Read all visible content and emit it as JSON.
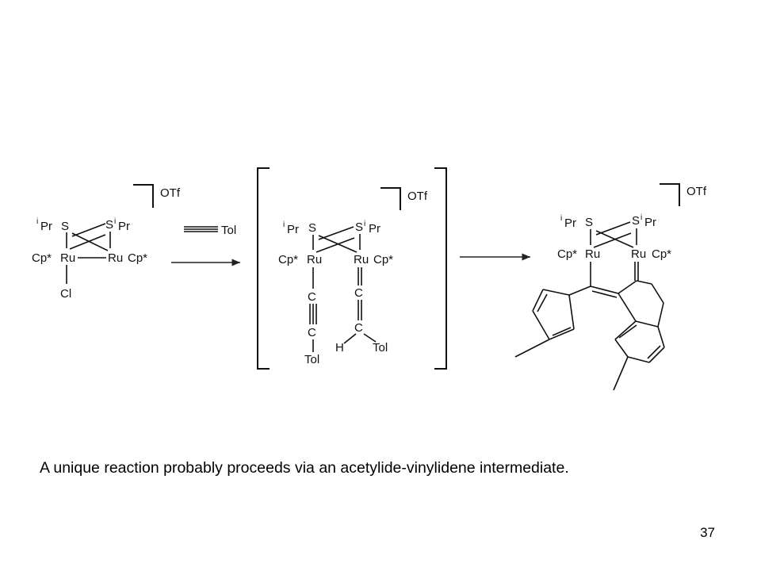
{
  "scheme": {
    "reactant": {
      "counterion": "OTf",
      "iPr_left_prefix": "i",
      "iPr_left": "Pr",
      "S_left": "S",
      "S_right": "S",
      "iPr_right_prefix": "i",
      "iPr_right": "Pr",
      "cp_left": "Cp*",
      "ru_left": "Ru",
      "ru_right": "Ru",
      "cp_right": "Cp*",
      "chloride": "Cl"
    },
    "reagent": {
      "label": "Tol"
    },
    "intermediate": {
      "counterion": "OTf",
      "iPr_left_prefix": "i",
      "iPr_left": "Pr",
      "S_left": "S",
      "S_right": "S",
      "iPr_right_prefix": "i",
      "iPr_right": "Pr",
      "cp_left": "Cp*",
      "ru_left": "Ru",
      "ru_right": "Ru",
      "cp_right": "Cp*",
      "c1": "C",
      "c2": "C",
      "tol_left": "Tol",
      "c3": "C",
      "c4": "C",
      "h": "H",
      "tol_right": "Tol"
    },
    "product": {
      "counterion": "OTf",
      "iPr_left_prefix": "i",
      "iPr_left": "Pr",
      "S_left": "S",
      "S_right": "S",
      "iPr_right_prefix": "i",
      "iPr_right": "Pr",
      "cp_left": "Cp*",
      "ru_left": "Ru",
      "ru_right": "Ru",
      "cp_right": "Cp*"
    }
  },
  "caption": "A unique reaction probably proceeds via an acetylide-vinylidene  intermediate.",
  "page_number": "37"
}
